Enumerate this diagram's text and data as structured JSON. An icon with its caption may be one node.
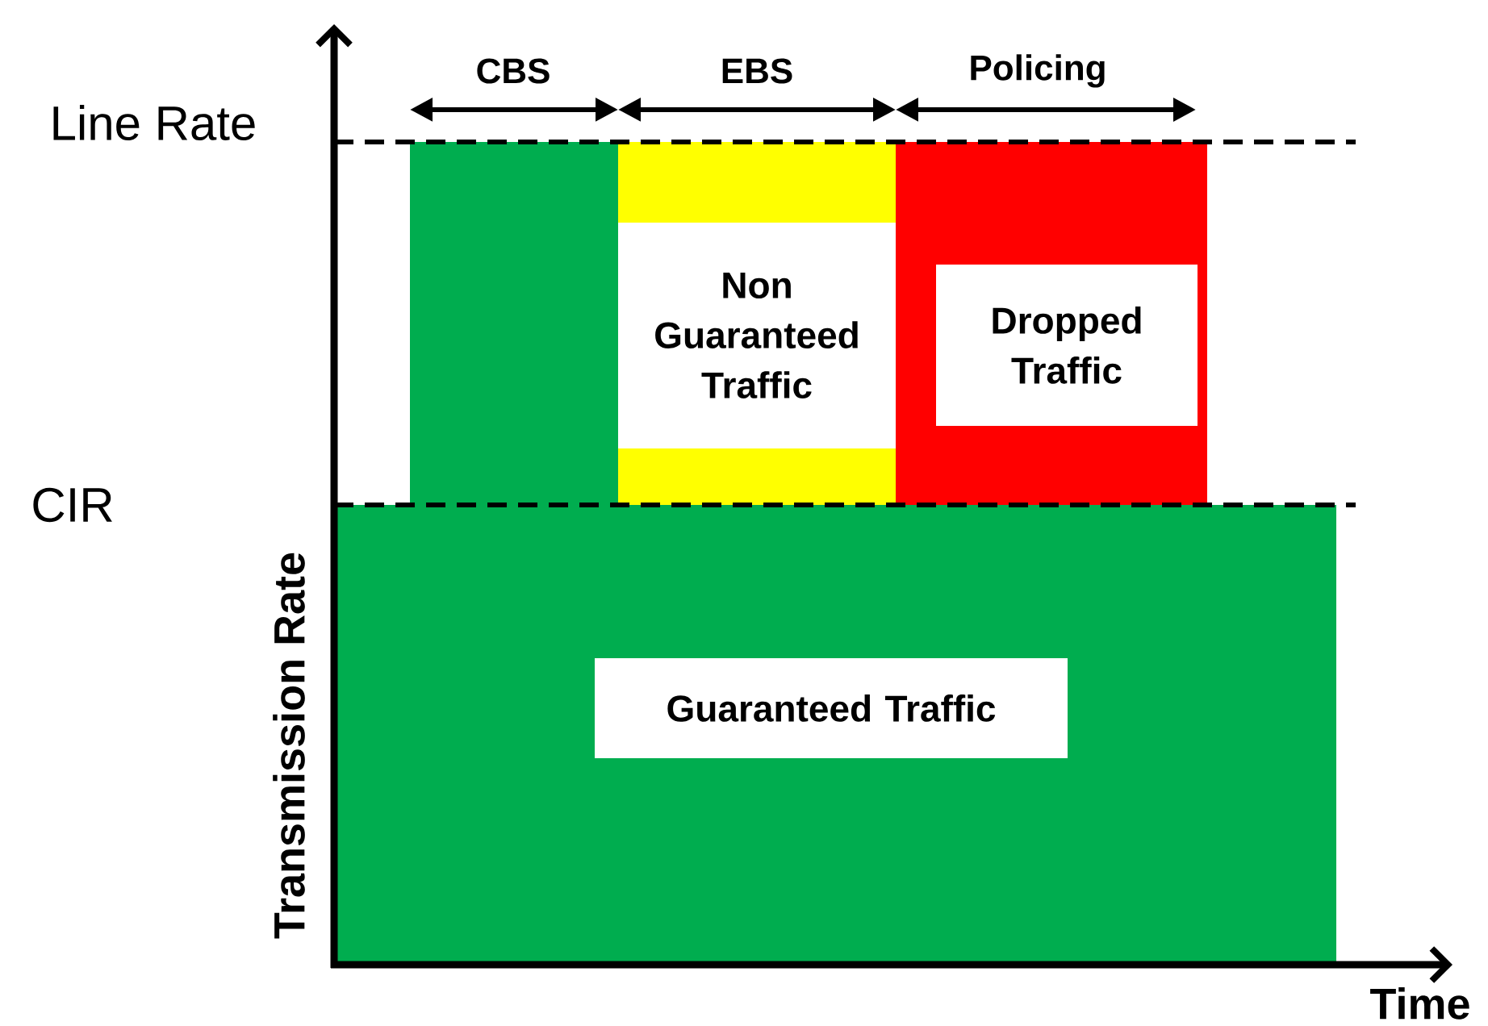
{
  "diagram": {
    "nodes": [
      {
        "text": [
          "Non Guaranteed Traffic"
        ]
      },
      {
        "text": [
          "Dropped Traffic"
        ]
      },
      {
        "text": [
          "Guaranteed Traffic"
        ]
      }
    ],
    "labels": [
      "CBS",
      "EBS",
      "Policing",
      "Line Rate",
      "CIR",
      "Transmission Rate",
      "Time"
    ]
  }
}
